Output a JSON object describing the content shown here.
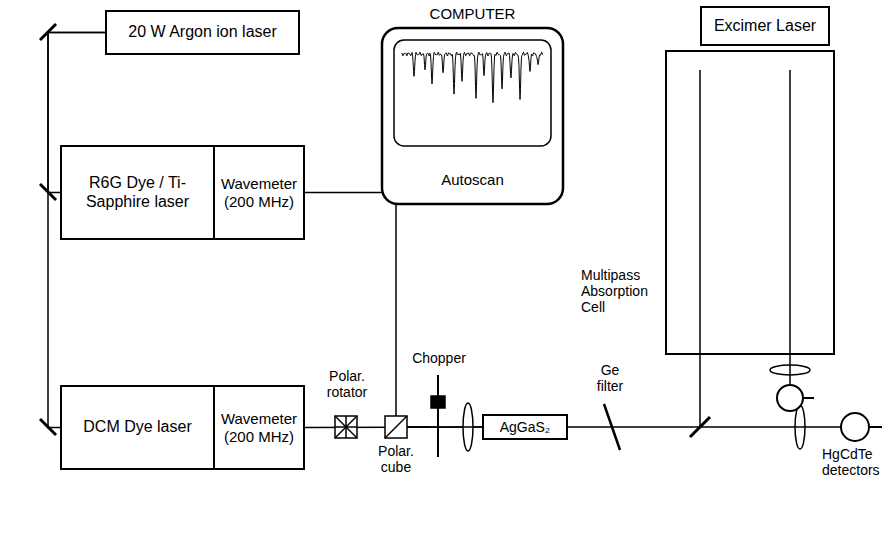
{
  "diagram": {
    "nodes": [
      {
        "text": [
          "20 W Argon ion laser"
        ]
      },
      {
        "text": [
          "COMPUTER",
          "Autoscan"
        ]
      },
      {
        "text": [
          "Excimer Laser"
        ]
      },
      {
        "text": [
          "Multipass Absorption Cell"
        ]
      },
      {
        "text": [
          "R6G Dye / Ti-Sapphire laser"
        ]
      },
      {
        "text": [
          "Wavemeter (200 MHz)"
        ]
      },
      {
        "text": [
          "DCM Dye laser"
        ]
      },
      {
        "text": [
          "Wavemeter (200 MHz)"
        ]
      },
      {
        "text": [
          "AgGaS₂"
        ]
      }
    ],
    "edges": [
      {
        "from": 0,
        "to": 4,
        "arrow": "none"
      },
      {
        "from": 0,
        "to": 6,
        "arrow": "none"
      },
      {
        "from": 5,
        "to": 8,
        "arrow": "none"
      },
      {
        "from": 7,
        "to": 8,
        "arrow": "none"
      }
    ],
    "labels": [
      "Polar. rotator",
      "Polar. cube",
      "Chopper",
      "Ge filter",
      "HgCdTe detectors"
    ]
  }
}
